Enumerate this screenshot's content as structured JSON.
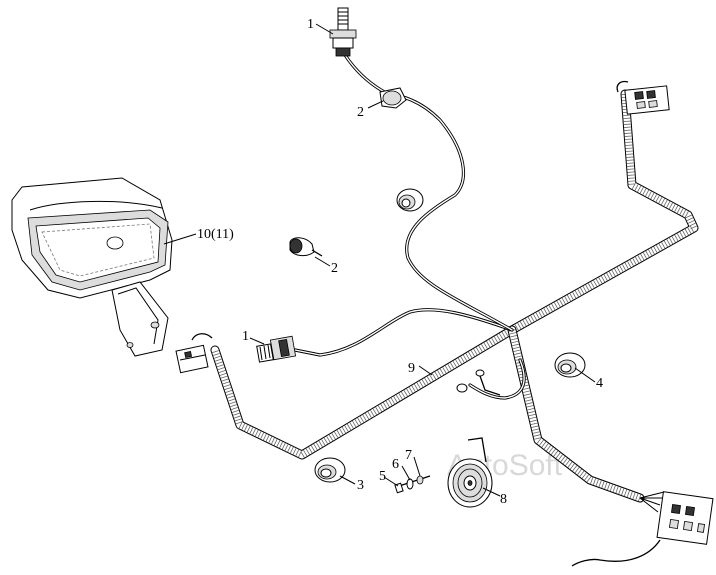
{
  "labels": {
    "switch_top": "1",
    "clip_top": "2",
    "lamp": "10(11)",
    "clip_mid": "2",
    "switch_left": "1",
    "harness": "9",
    "grommet_right": "4",
    "grommet_bottom": "3",
    "bolt": "5",
    "washer": "6",
    "nut": "7",
    "horn": "8"
  },
  "watermark": "AutoSoft"
}
